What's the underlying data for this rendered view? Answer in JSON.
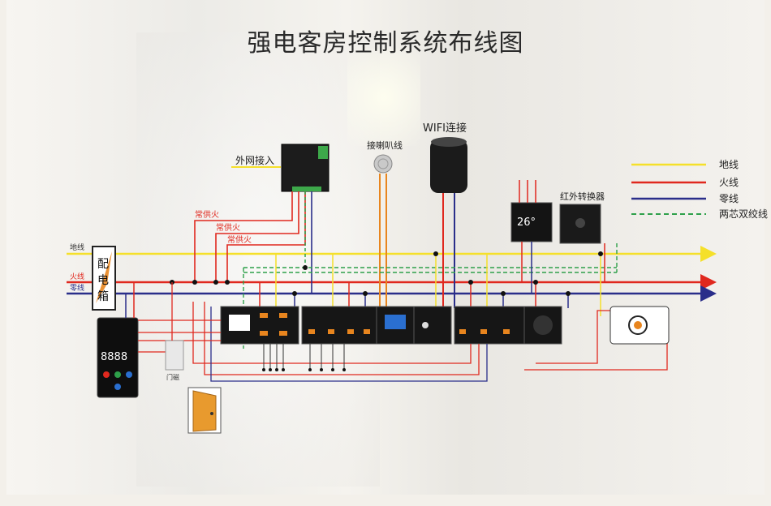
{
  "title": "强电客房控制系统布线图",
  "labels": {
    "external_network": "外网接入",
    "speaker_wire": "接喇叭线",
    "wifi": "WIFI连接",
    "ir_converter": "红外转换器",
    "live_supply_1": "常供火",
    "live_supply_2": "常供火",
    "live_supply_3": "常供火",
    "distribution_box": "配电箱",
    "ground": "地线",
    "live": "火线",
    "neutral": "零线",
    "doorbell_display": "8888",
    "door_sensor": "门磁"
  },
  "legend": [
    {
      "label": "地线",
      "color": "#f5e02a"
    },
    {
      "label": "火线",
      "color": "#e0281e"
    },
    {
      "label": "零线",
      "color": "#2a2e8a"
    },
    {
      "label": "两芯双绞线",
      "color": "#2ea04a",
      "dashed": true
    }
  ],
  "colors": {
    "ground": "#f5e02a",
    "live": "#e0281e",
    "neutral": "#2a2e8a",
    "twisted": "#2ea04a",
    "orange": "#e8851e",
    "panel": "#1a1a1a"
  }
}
